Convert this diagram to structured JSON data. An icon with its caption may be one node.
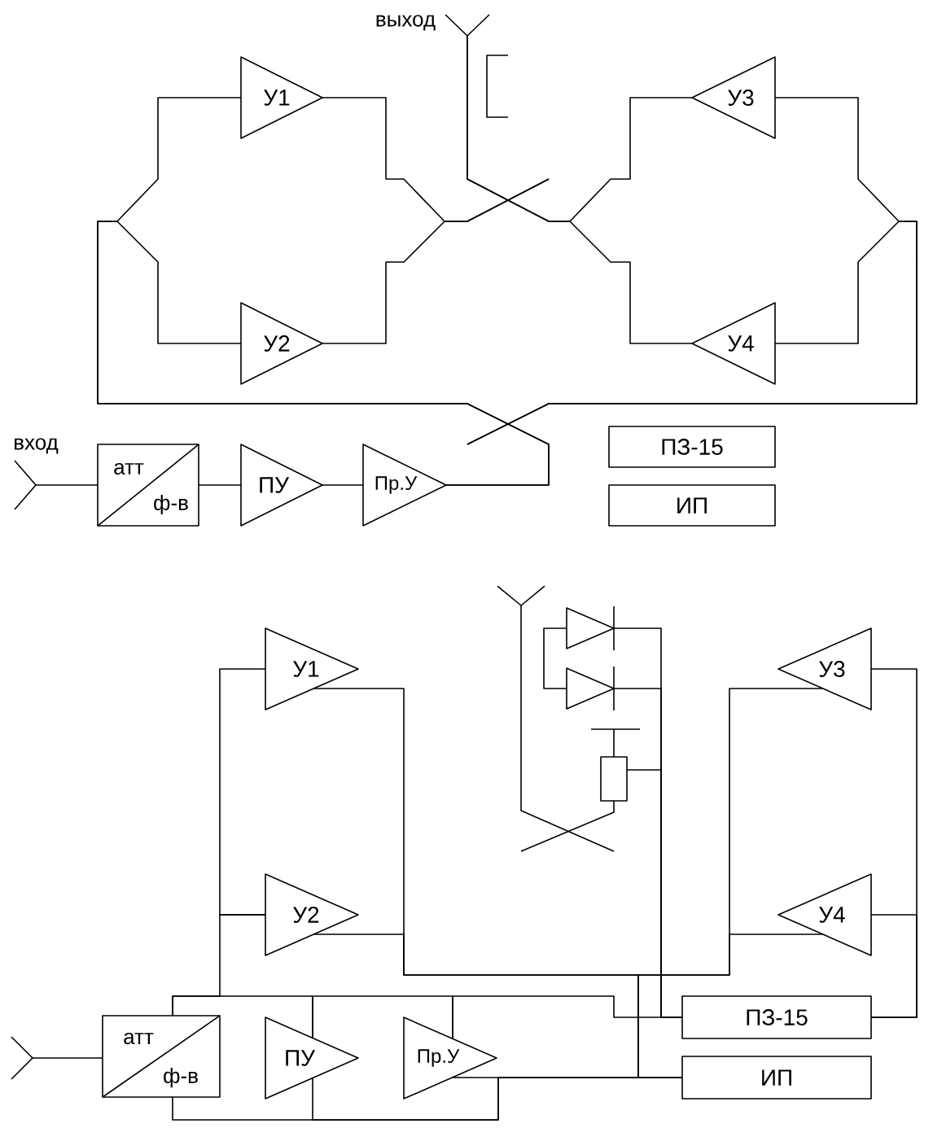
{
  "diagram": {
    "nodes": [
      {
        "text": [],
        "shape": "antenna",
        "beside": [
          "выход"
        ]
      },
      {
        "text": [
          "У1"
        ]
      },
      {
        "text": [
          "У3"
        ]
      },
      {
        "text": [
          "У2"
        ]
      },
      {
        "text": [
          "У4"
        ]
      },
      {
        "text": [],
        "shape": "antenna",
        "beside": [
          "вход"
        ]
      },
      {
        "text": [
          "атт",
          "ф-в"
        ]
      },
      {
        "text": [
          "ПУ"
        ]
      },
      {
        "text": [
          "Пр.У"
        ]
      },
      {
        "text": [
          "ПЗ-15"
        ]
      },
      {
        "text": [
          "ИП"
        ]
      },
      {
        "text": [
          "У1"
        ]
      },
      {
        "text": [],
        "shape": "antenna"
      },
      {
        "text": [],
        "shape": "diode"
      },
      {
        "text": [],
        "shape": "diode"
      },
      {
        "text": [
          "У3"
        ]
      },
      {
        "text": [],
        "shape": "resistor"
      },
      {
        "text": [
          "У2"
        ]
      },
      {
        "text": [
          "У4"
        ]
      },
      {
        "text": [],
        "shape": "antenna"
      },
      {
        "text": [
          "атт",
          "ф-в"
        ]
      },
      {
        "text": [
          "ПУ"
        ]
      },
      {
        "text": [
          "Пр.У"
        ]
      },
      {
        "text": [
          "ПЗ-15"
        ]
      },
      {
        "text": [
          "ИП"
        ]
      }
    ],
    "edges": [
      {
        "from": 5,
        "to": 6,
        "arrow": "none"
      },
      {
        "from": 6,
        "to": 7,
        "arrow": "none"
      },
      {
        "from": 7,
        "to": 8,
        "arrow": "none"
      },
      {
        "from": 8,
        "to": 1,
        "arrow": "none"
      },
      {
        "from": 8,
        "to": 3,
        "arrow": "none"
      },
      {
        "from": 1,
        "to": null,
        "arrow": "none"
      },
      {
        "from": 3,
        "to": null,
        "arrow": "none"
      },
      {
        "from": null,
        "to": 2,
        "arrow": "none"
      },
      {
        "from": null,
        "to": 4,
        "arrow": "none"
      },
      {
        "from": 2,
        "to": 0,
        "arrow": "none"
      },
      {
        "from": 4,
        "to": 0,
        "arrow": "none"
      },
      {
        "from": 19,
        "to": 20,
        "arrow": "none"
      },
      {
        "from": 20,
        "to": 21,
        "arrow": "none"
      },
      {
        "from": 21,
        "to": 22,
        "arrow": "none"
      },
      {
        "from": 22,
        "to": 23,
        "arrow": "none"
      },
      {
        "from": 11,
        "to": 17,
        "arrow": "none"
      },
      {
        "from": 17,
        "to": 20,
        "arrow": "none"
      },
      {
        "from": 13,
        "to": 14,
        "arrow": "none"
      },
      {
        "from": 13,
        "to": 23,
        "arrow": "none"
      },
      {
        "from": 14,
        "to": 23,
        "arrow": "none"
      },
      {
        "from": 16,
        "to": 23,
        "arrow": "none"
      },
      {
        "from": 12,
        "to": null,
        "arrow": "none"
      },
      {
        "from": 16,
        "to": null,
        "arrow": "none"
      },
      {
        "from": 24,
        "to": 22,
        "arrow": "none"
      },
      {
        "from": 24,
        "to": 21,
        "arrow": "none"
      },
      {
        "from": 24,
        "to": 20,
        "arrow": "none"
      },
      {
        "from": 24,
        "to": 11,
        "arrow": "none"
      },
      {
        "from": 24,
        "to": 17,
        "arrow": "none"
      },
      {
        "from": 24,
        "to": 15,
        "arrow": "none"
      },
      {
        "from": 24,
        "to": 18,
        "arrow": "none"
      },
      {
        "from": 23,
        "to": 15,
        "arrow": "none"
      },
      {
        "from": 23,
        "to": 18,
        "arrow": "none"
      }
    ]
  }
}
